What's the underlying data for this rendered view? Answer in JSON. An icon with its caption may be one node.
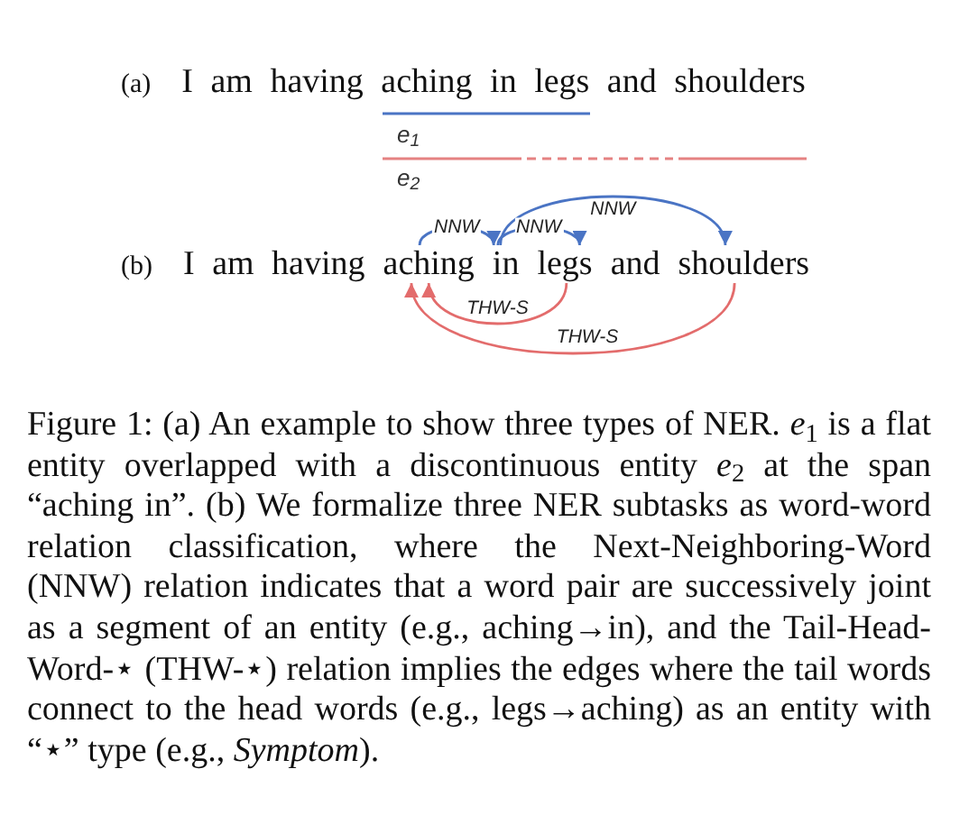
{
  "diagram": {
    "caption": "Figure 1: (a) An example to show three types of NER. *e*$_{1}$ is a flat entity overlapped with a discontinuous entity *e*$_{2}$ at the span “aching in”. (b) We formalize three NER subtasks as word-word relation classification, where the Next-Neighboring-Word (NNW) relation indicates that a word pair are successively joint as a segment of an entity (e.g., aching→in), and the Tail-Head-Word-⋆ (THW-⋆) relation implies the edges where the tail words connect to the head words (e.g., legs→aching) as an entity with “⋆” type (e.g., *Symptom*).",
    "nodes": [
      {
        "text": [
          "aching"
        ]
      },
      {
        "text": [
          "in"
        ]
      },
      {
        "text": [
          "legs"
        ]
      },
      {
        "text": [
          "shoulders"
        ]
      }
    ],
    "edges": [
      {
        "from": 0,
        "to": 1,
        "arrow": "to",
        "label": "NNW"
      },
      {
        "from": 1,
        "to": 2,
        "arrow": "to",
        "label": "NNW"
      },
      {
        "from": 1,
        "to": 3,
        "arrow": "to",
        "label": "NNW"
      },
      {
        "from": 2,
        "to": 0,
        "arrow": "to",
        "label": "THW-S",
        "color": "#e36c6c"
      },
      {
        "from": 3,
        "to": 0,
        "arrow": "to",
        "label": "THW-S",
        "color": "#e36c6c"
      }
    ],
    "labels": [
      "(a)",
      "I am having aching in legs and shoulders",
      "e$_{1}$",
      "e$_{2}$",
      "(b)",
      "I am having",
      "and"
    ]
  }
}
